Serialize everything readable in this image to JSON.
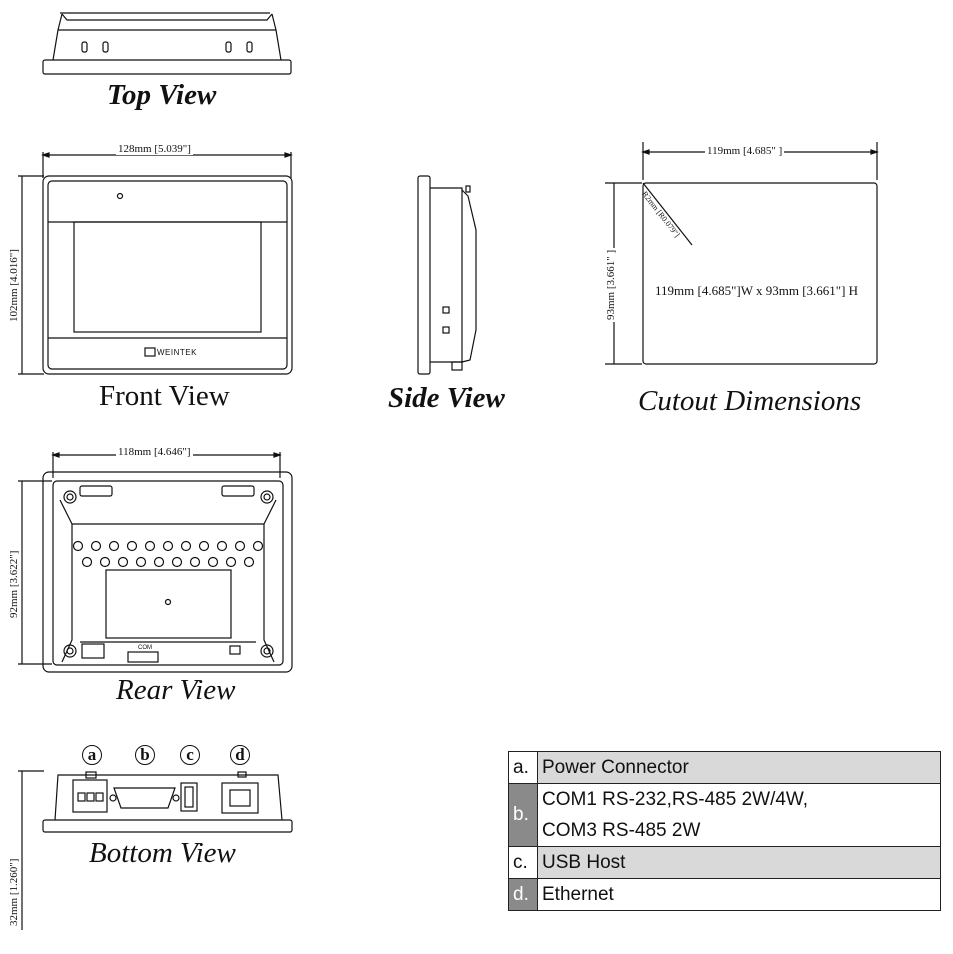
{
  "views": {
    "top": "Top View",
    "front": "Front View",
    "side": "Side View",
    "cutout": "Cutout Dimensions",
    "rear": "Rear View",
    "bottom": "Bottom View"
  },
  "dimensions": {
    "front_width": "128mm [5.039\"]",
    "front_height": "102mm [4.016\"]",
    "cutout_width": "119mm [4.685\" ]",
    "cutout_height": "93mm [3.661\" ]",
    "cutout_corner": "R2mm [R0.079\"]",
    "cutout_center": "119mm [4.685\"]W x 93mm [3.661\"] H",
    "rear_width": "118mm [4.646\"]",
    "rear_height": "92mm [3.622\"]",
    "bottom_height": "32mm [1.260\"]"
  },
  "brand": "WEINTEK",
  "rear_ports": {
    "com": "COM"
  },
  "port_markers": [
    "a",
    "b",
    "c",
    "d"
  ],
  "legend": [
    {
      "key": "a.",
      "lines": [
        "Power Connector"
      ]
    },
    {
      "key": "b.",
      "lines": [
        "COM1 RS-232,RS-485 2W/4W,",
        "COM3 RS-485 2W"
      ]
    },
    {
      "key": "c.",
      "lines": [
        "USB Host"
      ]
    },
    {
      "key": "d.",
      "lines": [
        "Ethernet"
      ]
    }
  ]
}
